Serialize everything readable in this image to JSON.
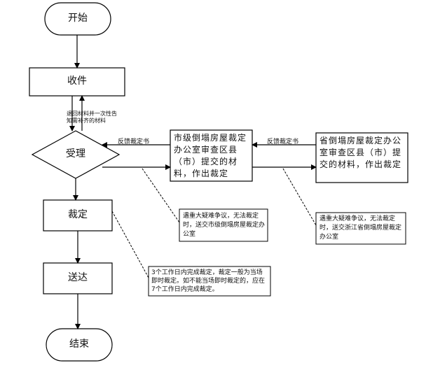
{
  "nodes": {
    "start": "开始",
    "receive": "收件",
    "accept": "受理",
    "decide": "裁定",
    "deliver": "送达",
    "end": "结束",
    "city_office": "市级倒塌房屋裁定办公室审查区县（市）提交的材料，作出裁定",
    "province_office": "省倒塌房屋裁定办公室审查区县（市）提交的材料，作出裁定"
  },
  "edge_labels": {
    "return_materials": "退回材料并一次性告知需补齐的材料",
    "feedback_city": "反馈裁定书",
    "feedback_province": "反馈裁定书"
  },
  "notes": {
    "city_escalation": "遇重大疑难争议，无法裁定时，送交市级倒塌房屋裁定办公室",
    "province_escalation": "遇重大疑难争议，无法裁定时，送交浙江省倒塌房屋裁定办公室",
    "time_limit": "3个工作日内完成裁定，裁定一般为当场即时裁定。如不能当场即时裁定的，应在7个工作日内完成裁定。"
  }
}
